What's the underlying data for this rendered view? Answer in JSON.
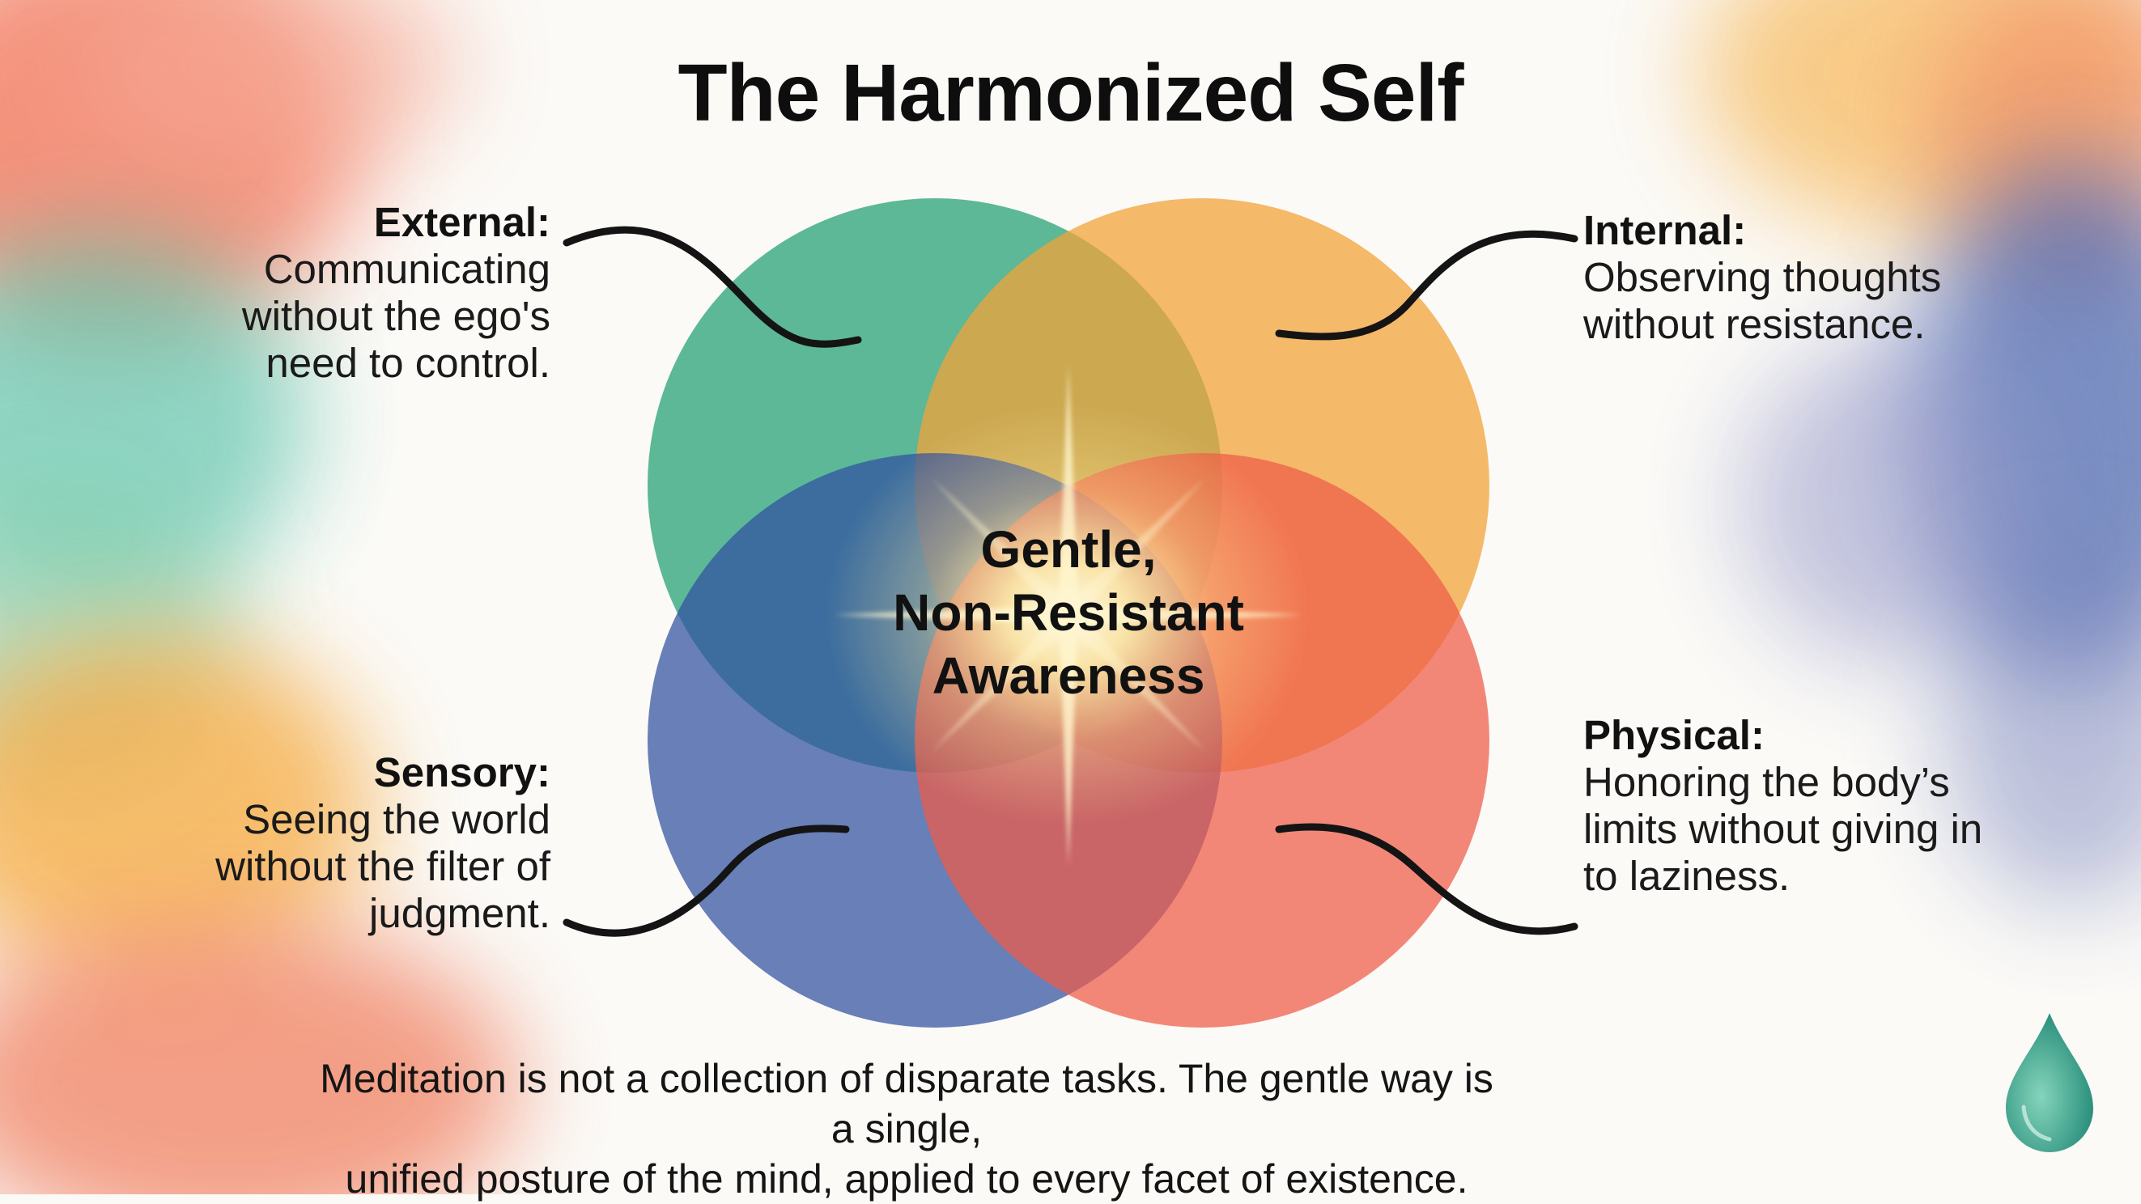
{
  "title": "The Harmonized Self",
  "center": {
    "line1": "Gentle,",
    "line2": "Non-Resistant",
    "line3": "Awareness"
  },
  "quadrants": {
    "external": {
      "heading": "External:",
      "lines": [
        "Communicating",
        "without the ego's",
        "need to control."
      ],
      "color": "#2fa57c"
    },
    "internal": {
      "heading": "Internal:",
      "lines": [
        "Observing thoughts",
        "without resistance."
      ],
      "color": "#f2a33a"
    },
    "sensory": {
      "heading": "Sensory:",
      "lines": [
        "Seeing the world",
        "without the filter of",
        "judgment."
      ],
      "color": "#2f4fa0"
    },
    "physical": {
      "heading": "Physical:",
      "lines": [
        "Honoring the body’s",
        "limits without giving in",
        "to laziness."
      ],
      "color": "#ef5a46"
    }
  },
  "footer": {
    "line1": "Meditation is not a collection of disparate tasks. The gentle way is a single,",
    "line2": "unified posture of the mind, applied to every facet of existence."
  },
  "icons": {
    "corner": "water-drop-icon"
  }
}
